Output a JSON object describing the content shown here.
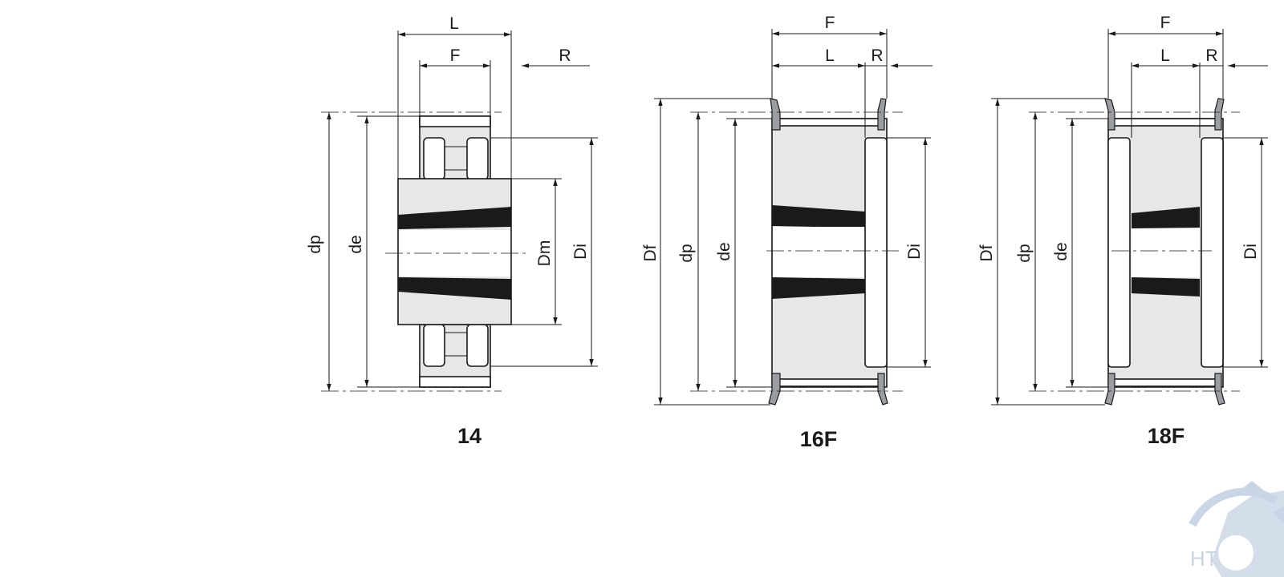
{
  "figures": [
    {
      "caption": "14",
      "labels": {
        "L": "L",
        "F": "F",
        "R": "R",
        "dp": "dp",
        "de": "de",
        "Dm": "Dm",
        "Di": "Di"
      }
    },
    {
      "caption": "16F",
      "labels": {
        "F": "F",
        "L": "L",
        "R": "R",
        "Df": "Df",
        "dp": "dp",
        "de": "de",
        "Di": "Di"
      }
    },
    {
      "caption": "18F",
      "labels": {
        "F": "F",
        "L": "L",
        "R": "R",
        "Df": "Df",
        "dp": "dp",
        "de": "de",
        "Di": "Di"
      }
    }
  ],
  "watermark": {
    "text": "HT",
    "icon": "gear-logo-icon",
    "color": "#c9d6e6"
  }
}
